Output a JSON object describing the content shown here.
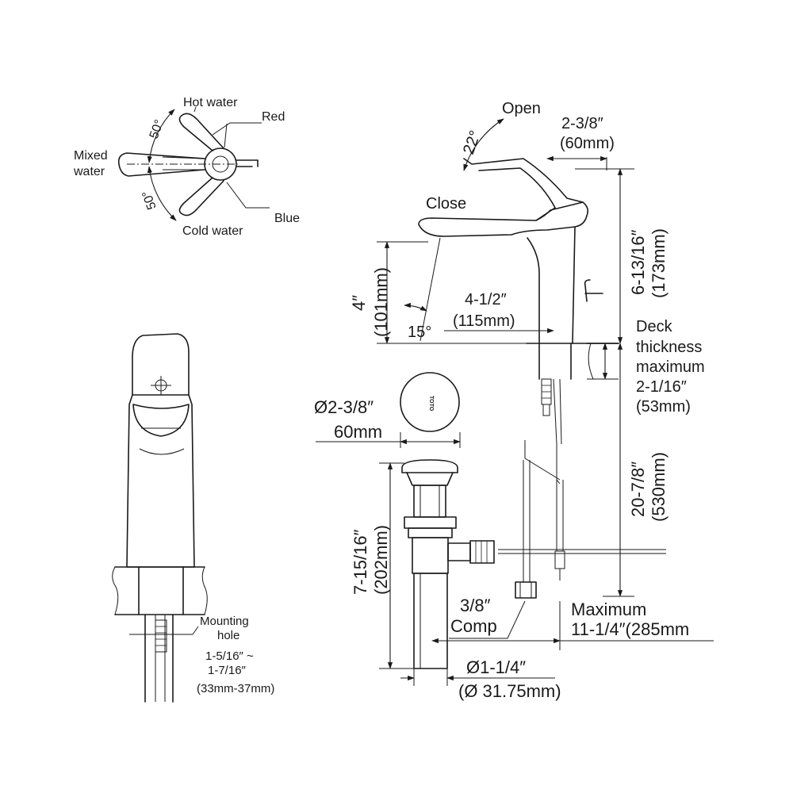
{
  "colors": {
    "line": "#1a1a1a",
    "background": "#ffffff"
  },
  "handle_view": {
    "hot_water": "Hot water",
    "red": "Red",
    "mixed_water_1": "Mixed",
    "mixed_water_2": "water",
    "blue": "Blue",
    "cold_water": "Cold water",
    "angle_upper": "50°",
    "angle_lower": "50°"
  },
  "front_view": {
    "mounting_hole_1": "Mounting",
    "mounting_hole_2": "hole",
    "hole_range_1": "1-5/16″ ~",
    "hole_range_2": "1-7/16″",
    "hole_range_mm": "(33mm-37mm)"
  },
  "side_view": {
    "open": "Open",
    "close": "Close",
    "open_angle": "22°",
    "spout_angle": "15°",
    "handle_offset": "2-3/8″",
    "handle_offset_mm": "(60mm)",
    "total_height": "6-13/16″",
    "total_height_mm": "(173mm)",
    "spout_height": "4″",
    "spout_height_mm": "(101mm)",
    "spout_reach": "4-1/2″",
    "spout_reach_mm": "(115mm)",
    "deck_1": "Deck",
    "deck_2": "thickness",
    "deck_3": "maximum",
    "deck_4": "2-1/16″",
    "deck_mm": "(53mm)",
    "drain_diameter": "Ø2-3/8″",
    "drain_diameter_mm": "60mm",
    "logo": "TOTO",
    "hose_length": "20-7/8″",
    "hose_length_mm": "(530mm)",
    "drain_length": "7-15/16″",
    "drain_length_mm": "(202mm)",
    "comp_size": "3/8″",
    "comp_label": "Comp",
    "max_1": "Maximum",
    "max_2": "11-1/4″(285mm",
    "tail_diameter": "Ø1-1/4″",
    "tail_diameter_mm": "(Ø 31.75mm)"
  }
}
